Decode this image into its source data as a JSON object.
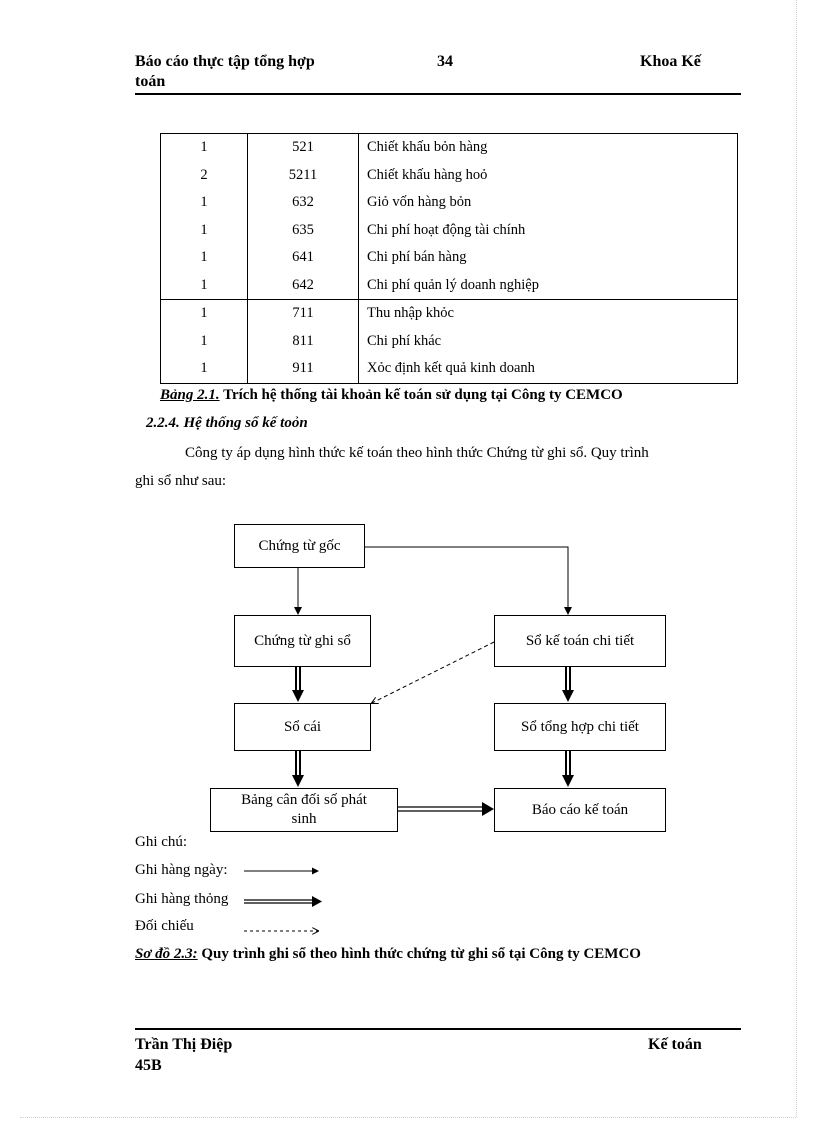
{
  "header": {
    "left_line1": "Báo cáo thực tập tổng hợp",
    "left_line2": "toán",
    "page_number": "34",
    "right": "Khoa Kế"
  },
  "table": {
    "rows": [
      {
        "level": "1",
        "code": "521",
        "name": "Chiết khấu bỏn hàng"
      },
      {
        "level": "2",
        "code": "5211",
        "name": "Chiết khấu hàng hoỏ"
      },
      {
        "level": "1",
        "code": "632",
        "name": "Giỏ vốn hàng bỏn"
      },
      {
        "level": "1",
        "code": "635",
        "name": "Chi phí hoạt động tài chính"
      },
      {
        "level": "1",
        "code": "641",
        "name": "Chi phí bán hàng"
      },
      {
        "level": "1",
        "code": "642",
        "name": "Chi phí quản lý doanh nghiệp"
      },
      {
        "level": "1",
        "code": "711",
        "name": "Thu nhập khỏc"
      },
      {
        "level": "1",
        "code": "811",
        "name": "Chi phí khác"
      },
      {
        "level": "1",
        "code": "911",
        "name": "Xỏc định kết quả kinh doanh"
      }
    ]
  },
  "table_caption": {
    "label": "Bảng 2.1.",
    "text": " Trích hệ thống tài khoản kế toán sử dụng tại Công ty CEMCO"
  },
  "section_heading": "2.2.4. Hệ thống sổ kế toỏn",
  "paragraph": {
    "line1": "Công ty áp dụng hình thức kế toán theo hình thức Chứng từ ghi sổ. Quy trình",
    "line2": "ghi sổ như sau:"
  },
  "diagram": {
    "box_original_vouchers": "Chứng từ gốc",
    "box_voucher_register": "Chứng từ ghi sổ",
    "box_detail_ledger": "Sổ kế toán chi tiết",
    "box_general_ledger": "Sổ cái",
    "box_detail_summary": "Sổ tổng hợp chi tiết",
    "box_trial_balance_line1": "Bảng cân đối số phát",
    "box_trial_balance_line2": "sinh",
    "box_financial_reports": "Báo cáo kế toán"
  },
  "legend": {
    "title": "Ghi chú:",
    "daily": "Ghi hàng ngày:",
    "monthly": "Ghi hàng thỏng",
    "reconcile": "Đối chiếu"
  },
  "diagram_caption": {
    "label": "Sơ đồ 2.3:",
    "text": " Quy trình ghi sổ theo hình thức chứng từ ghi sổ tại Công ty CEMCO"
  },
  "footer": {
    "left_line1": "Trần Thị Điệp",
    "left_line2": "45B",
    "right": "Kế toán"
  }
}
